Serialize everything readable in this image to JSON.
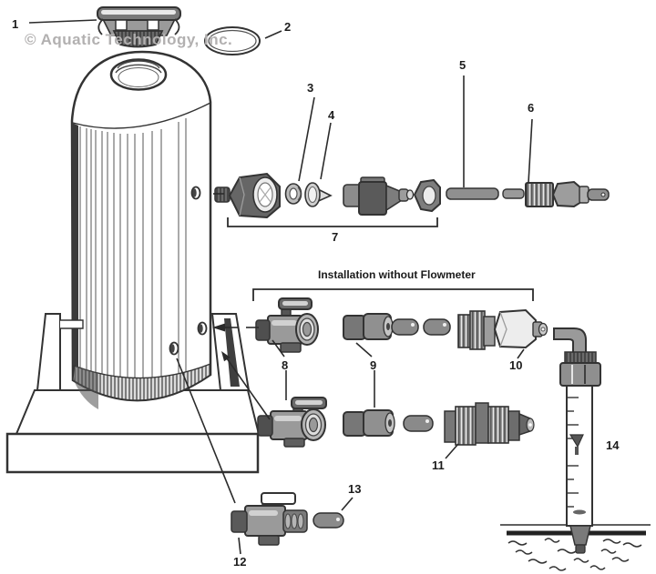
{
  "watermark": "© Aquatic Technology, Inc.",
  "section": {
    "title": "Installation without Flowmeter"
  },
  "parts": {
    "p1": "1",
    "p2": "2",
    "p3": "3",
    "p4": "4",
    "p5": "5",
    "p6": "6",
    "p7": "7",
    "p8": "8",
    "p9": "9",
    "p10": "10",
    "p11": "11",
    "p12": "12",
    "p13": "13",
    "p14": "14"
  },
  "colors": {
    "ink": "#2b2b2b",
    "gray_dark": "#4f4f4f",
    "gray_mid": "#8a8a8a",
    "gray_light": "#cccccc",
    "watermark_gray": "#b2b0b0",
    "background": "#ffffff"
  }
}
